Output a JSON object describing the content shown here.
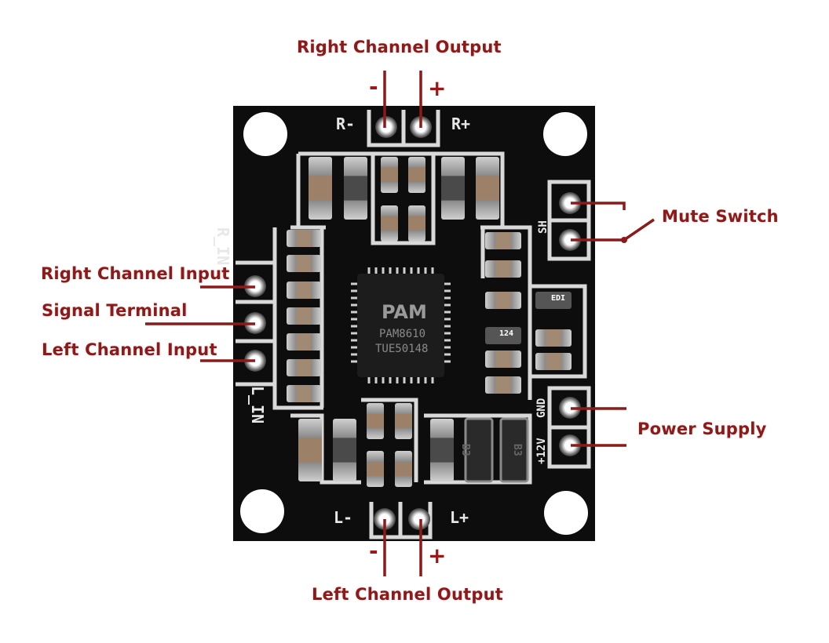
{
  "diagram": {
    "title": "PAM8610 Amplifier Board Pinout",
    "chip": {
      "logo": "PAM",
      "part_number": "PAM8610",
      "lot_code": "TUE50148"
    },
    "silkscreen": {
      "r_minus": "R-",
      "r_plus": "R+",
      "l_minus": "L-",
      "l_plus": "L+",
      "r_in": "R_IN",
      "l_in": "L_IN",
      "sh": "SH",
      "gnd": "GND",
      "v12": "+12V",
      "resistor_1": "EDI",
      "resistor_2": "124",
      "diode_1": "B3",
      "diode_2": "B3"
    },
    "labels": {
      "right_output": "Right Channel Output",
      "left_output": "Left Channel Output",
      "mute_switch": "Mute Switch",
      "power_supply": "Power Supply",
      "right_input": "Right Channel Input",
      "signal_terminal": "Signal Terminal",
      "left_input": "Left Channel Input",
      "minus": "-",
      "plus": "+"
    },
    "colors": {
      "annotation": "#8b1a1a",
      "pcb": "#0d0d0d",
      "silkscreen": "#d9d9d9"
    }
  }
}
